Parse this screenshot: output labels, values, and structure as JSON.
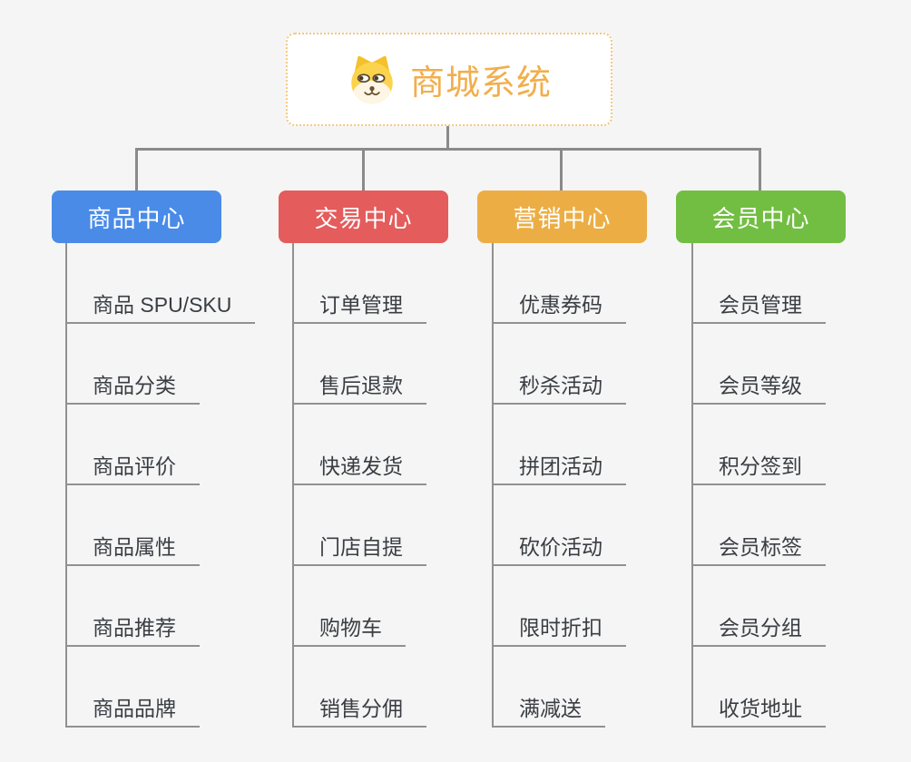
{
  "root": {
    "title": "商城系统",
    "icon": "dog-face-icon"
  },
  "branches": [
    {
      "label": "商品中心",
      "color": "#4a8be8",
      "items": [
        "商品 SPU/SKU",
        "商品分类",
        "商品评价",
        "商品属性",
        "商品推荐",
        "商品品牌"
      ]
    },
    {
      "label": "交易中心",
      "color": "#e45c5c",
      "items": [
        "订单管理",
        "售后退款",
        "快递发货",
        "门店自提",
        "购物车",
        "销售分佣"
      ]
    },
    {
      "label": "营销中心",
      "color": "#ecae44",
      "items": [
        "优惠券码",
        "秒杀活动",
        "拼团活动",
        "砍价活动",
        "限时折扣",
        "满减送"
      ]
    },
    {
      "label": "会员中心",
      "color": "#72be42",
      "items": [
        "会员管理",
        "会员等级",
        "积分签到",
        "会员标签",
        "会员分组",
        "收货地址"
      ]
    }
  ],
  "colors": {
    "bg": "#f5f5f5",
    "card": "#ffffff",
    "accent": "#f2ae4b",
    "root-border": "#f6c77c",
    "connector": "#8a8a8a",
    "nodeline": "#919191",
    "item-text": "#3a3e43"
  }
}
